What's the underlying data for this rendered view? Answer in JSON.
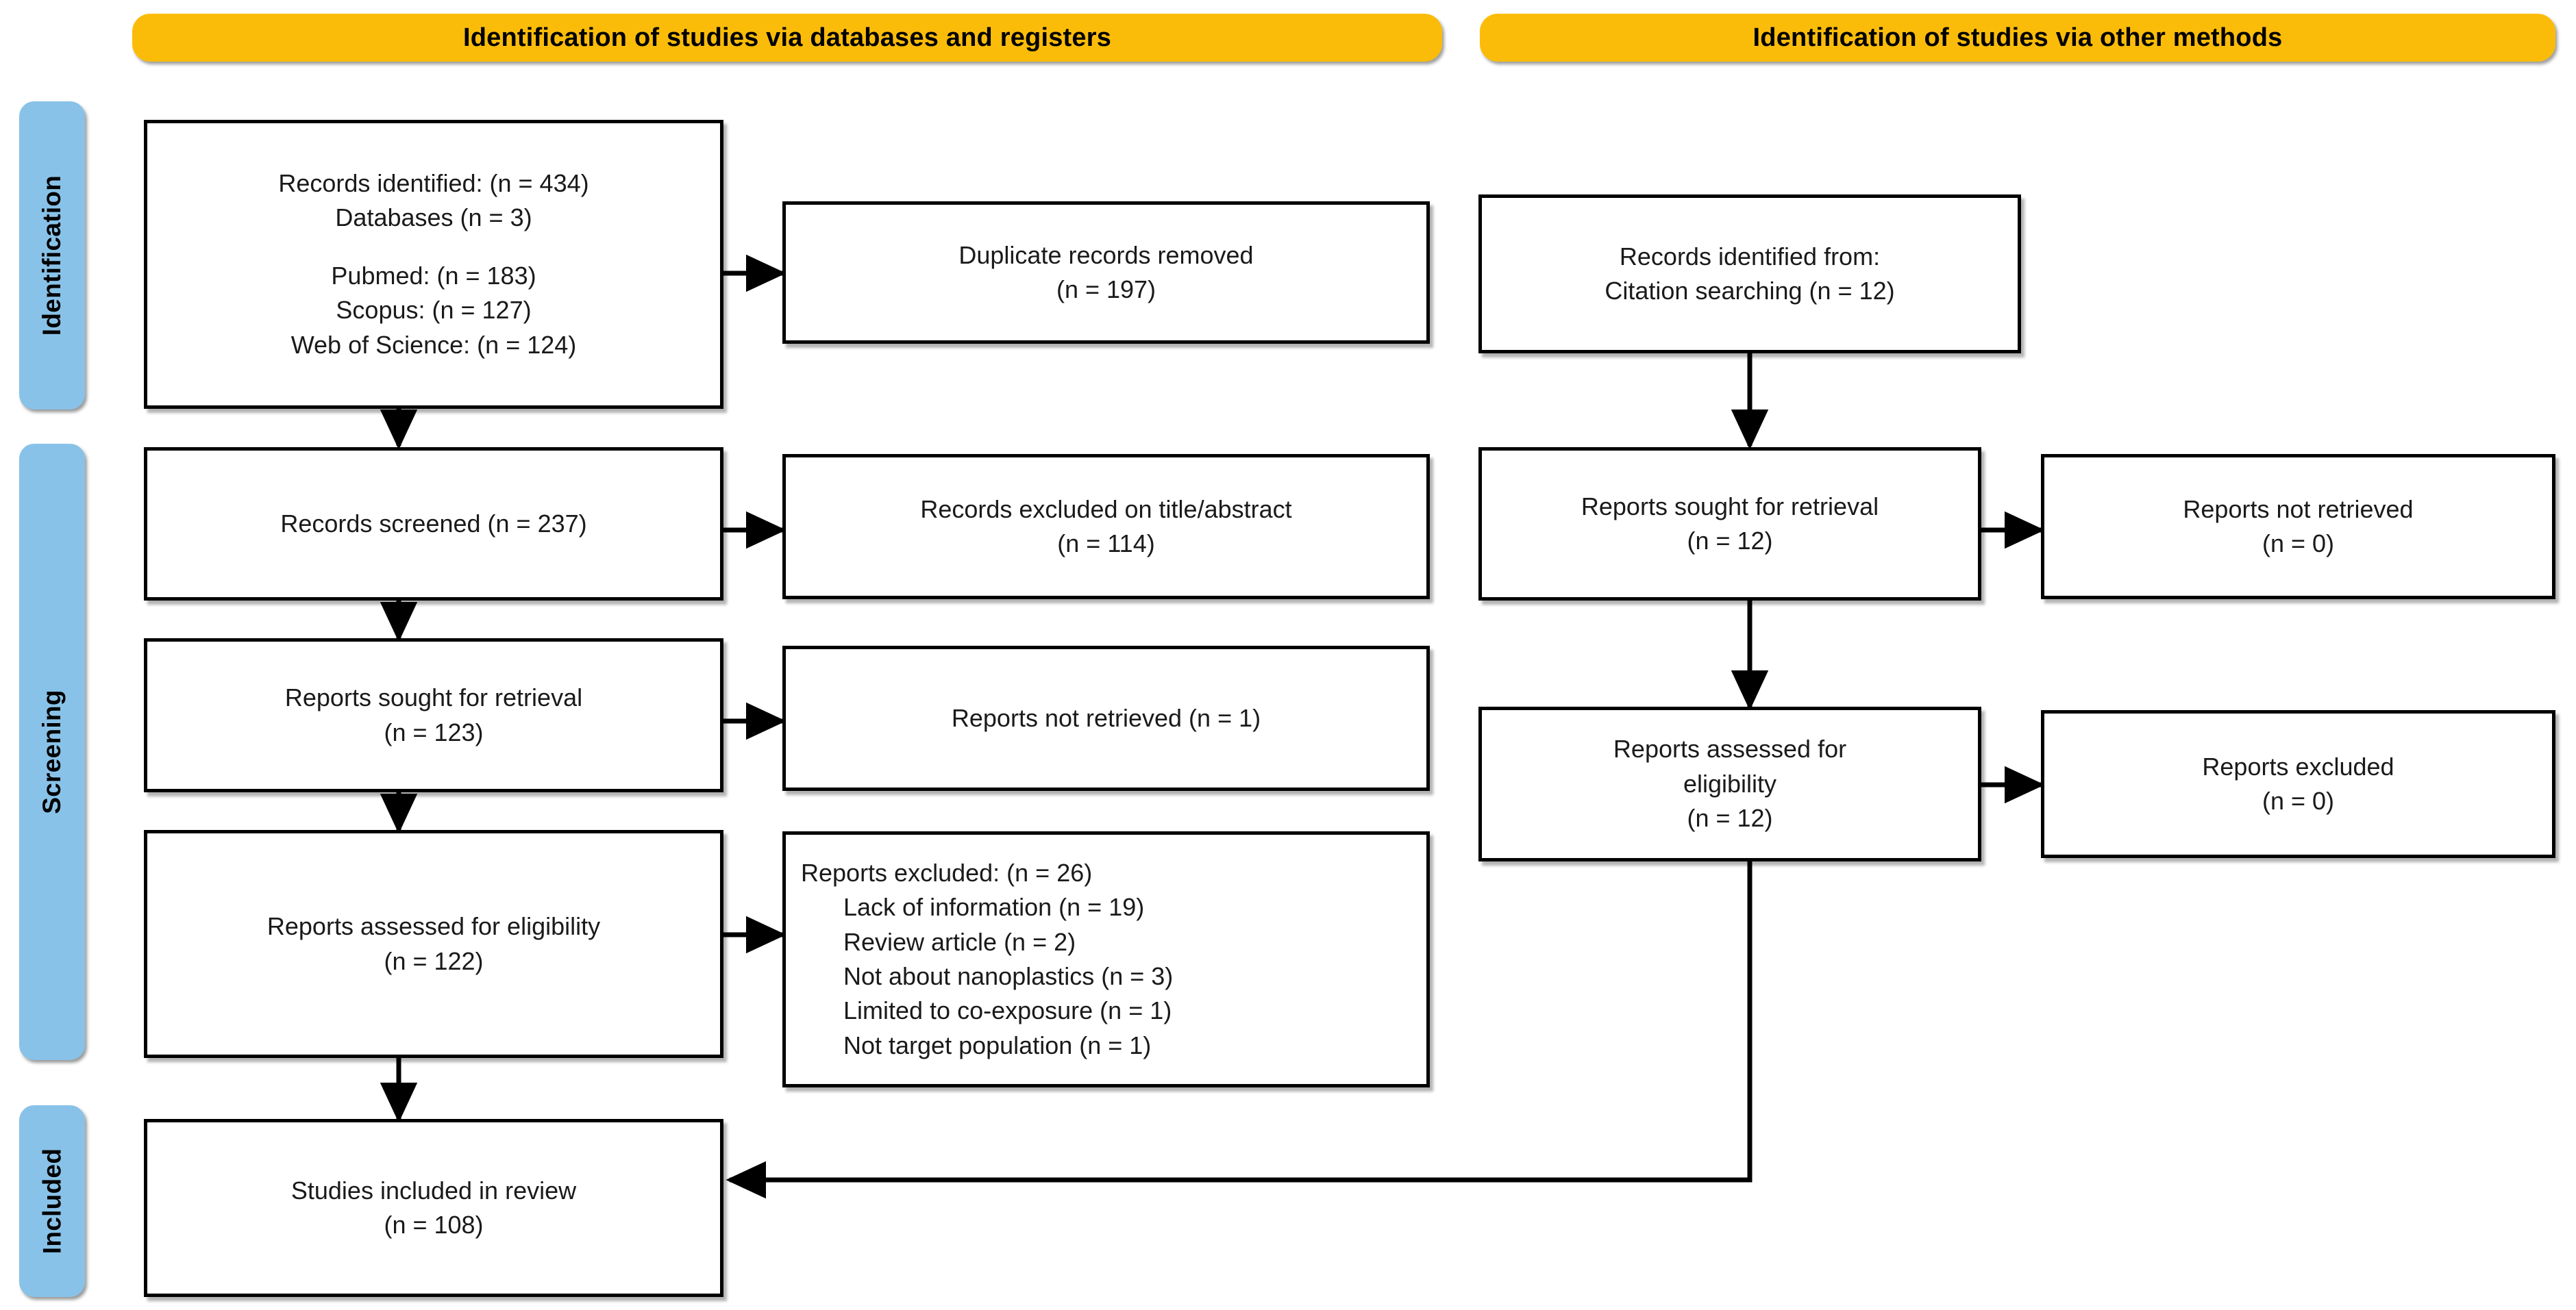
{
  "diagram": {
    "title": "PRISMA 2020 flow diagram",
    "colors": {
      "banner_yellow": "#FBBC09",
      "stage_blue": "#89C2E8",
      "box_border": "#000000",
      "text": "#1a1a1a",
      "background": "#ffffff"
    }
  },
  "banners": {
    "databases": "Identification of studies via databases and registers",
    "other_methods": "Identification of studies via other methods"
  },
  "stage_labels": {
    "identification": "Identification",
    "screening": "Screening",
    "included": "Included"
  },
  "left_column": {
    "records_identified": {
      "line1": "Records identified: (n = 434)",
      "line2": "Databases (n = 3)",
      "line3": "Pubmed: (n = 183)",
      "line4": "Scopus: (n = 127)",
      "line5": "Web of Science: (n = 124)"
    },
    "records_screened": {
      "line1": "Records screened (n = 237)"
    },
    "reports_sought": {
      "line1": "Reports sought for retrieval",
      "line2": "(n = 123)"
    },
    "reports_assessed": {
      "line1": "Reports assessed for eligibility",
      "line2": "(n = 122)"
    },
    "studies_included": {
      "line1": "Studies included in review",
      "line2": "(n = 108)"
    }
  },
  "left_exclusions": {
    "duplicates_removed": {
      "line1": "Duplicate records removed",
      "line2": "(n = 197)"
    },
    "records_excluded": {
      "line1": "Records excluded on title/abstract",
      "line2": "(n = 114)"
    },
    "reports_not_retrieved": {
      "line1": "Reports not retrieved (n = 1)"
    },
    "reports_excluded": {
      "line1": "Reports excluded: (n = 26)",
      "line2": "Lack of information (n = 19)",
      "line3": "Review article (n = 2)",
      "line4": "Not about nanoplastics (n = 3)",
      "line5": "Limited to co-exposure (n = 1)",
      "line6": "Not target population (n = 1)"
    }
  },
  "right_column": {
    "records_identified_from": {
      "line1": "Records identified from:",
      "line2": "Citation searching (n = 12)"
    },
    "reports_sought": {
      "line1": "Reports sought for retrieval",
      "line2": "(n = 12)"
    },
    "reports_assessed": {
      "line1": "Reports assessed for",
      "line2": "eligibility",
      "line3": "(n = 12)"
    }
  },
  "right_exclusions": {
    "reports_not_retrieved": {
      "line1": "Reports not retrieved",
      "line2": "(n = 0)"
    },
    "reports_excluded": {
      "line1": "Reports excluded",
      "line2": "(n = 0)"
    }
  },
  "chart_data": {
    "type": "diagram",
    "diagram_type": "PRISMA 2020 flow diagram",
    "nodes": [
      {
        "id": "identified_db",
        "label": "Records identified: (n = 434) Databases (n = 3) Pubmed: (n = 183) Scopus: (n = 127) Web of Science: (n = 124)",
        "n": 434,
        "column": "databases",
        "stage": "Identification"
      },
      {
        "id": "duplicates_removed",
        "label": "Duplicate records removed",
        "n": 197,
        "column": "databases-exclusion",
        "stage": "Identification"
      },
      {
        "id": "records_screened",
        "label": "Records screened",
        "n": 237,
        "column": "databases",
        "stage": "Screening"
      },
      {
        "id": "records_excluded",
        "label": "Records excluded on title/abstract",
        "n": 114,
        "column": "databases-exclusion",
        "stage": "Screening"
      },
      {
        "id": "reports_sought_db",
        "label": "Reports sought for retrieval",
        "n": 123,
        "column": "databases",
        "stage": "Screening"
      },
      {
        "id": "reports_not_retrieved_db",
        "label": "Reports not retrieved",
        "n": 1,
        "column": "databases-exclusion",
        "stage": "Screening"
      },
      {
        "id": "reports_assessed_db",
        "label": "Reports assessed for eligibility",
        "n": 122,
        "column": "databases",
        "stage": "Screening"
      },
      {
        "id": "reports_excluded_db",
        "label": "Reports excluded",
        "n": 26,
        "column": "databases-exclusion",
        "stage": "Screening"
      },
      {
        "id": "studies_included",
        "label": "Studies included in review",
        "n": 108,
        "column": "databases",
        "stage": "Included"
      },
      {
        "id": "identified_other",
        "label": "Records identified from: Citation searching",
        "n": 12,
        "column": "other",
        "stage": "Identification"
      },
      {
        "id": "reports_sought_other",
        "label": "Reports sought for retrieval",
        "n": 12,
        "column": "other",
        "stage": "Screening"
      },
      {
        "id": "reports_not_retrieved_other",
        "label": "Reports not retrieved",
        "n": 0,
        "column": "other-exclusion",
        "stage": "Screening"
      },
      {
        "id": "reports_assessed_other",
        "label": "Reports assessed for eligibility",
        "n": 12,
        "column": "other",
        "stage": "Screening"
      },
      {
        "id": "reports_excluded_other",
        "label": "Reports excluded",
        "n": 0,
        "column": "other-exclusion",
        "stage": "Screening"
      }
    ],
    "exclusion_reasons": [
      {
        "reason": "Lack of information",
        "n": 19
      },
      {
        "reason": "Review article",
        "n": 2
      },
      {
        "reason": "Not about nanoplastics",
        "n": 3
      },
      {
        "reason": "Limited to co-exposure",
        "n": 1
      },
      {
        "reason": "Not target population",
        "n": 1
      }
    ],
    "sources": [
      {
        "name": "Pubmed",
        "n": 183
      },
      {
        "name": "Scopus",
        "n": 127
      },
      {
        "name": "Web of Science",
        "n": 124
      }
    ],
    "edges": [
      {
        "from": "identified_db",
        "to": "duplicates_removed"
      },
      {
        "from": "identified_db",
        "to": "records_screened"
      },
      {
        "from": "records_screened",
        "to": "records_excluded"
      },
      {
        "from": "records_screened",
        "to": "reports_sought_db"
      },
      {
        "from": "reports_sought_db",
        "to": "reports_not_retrieved_db"
      },
      {
        "from": "reports_sought_db",
        "to": "reports_assessed_db"
      },
      {
        "from": "reports_assessed_db",
        "to": "reports_excluded_db"
      },
      {
        "from": "reports_assessed_db",
        "to": "studies_included"
      },
      {
        "from": "identified_other",
        "to": "reports_sought_other"
      },
      {
        "from": "reports_sought_other",
        "to": "reports_not_retrieved_other"
      },
      {
        "from": "reports_sought_other",
        "to": "reports_assessed_other"
      },
      {
        "from": "reports_assessed_other",
        "to": "reports_excluded_other"
      },
      {
        "from": "reports_assessed_other",
        "to": "studies_included"
      }
    ]
  }
}
